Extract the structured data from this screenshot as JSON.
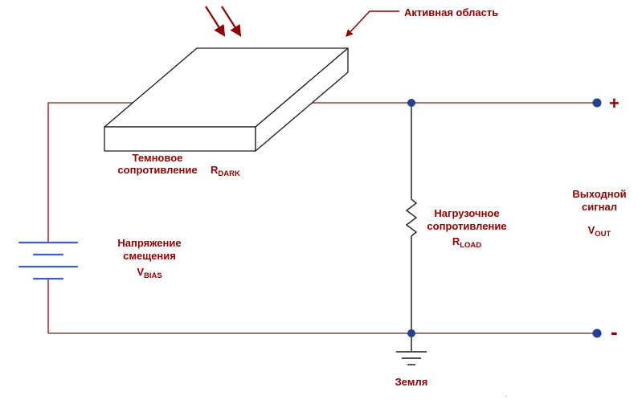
{
  "labels": {
    "active_region": "Активная область",
    "dark_line1": "Темновое",
    "dark_line2": "сопротивление",
    "dark_sym": "R",
    "dark_sub": "DARK",
    "bias_line1": "Напряжение",
    "bias_line2": "смещения",
    "bias_sym": "V",
    "bias_sub": "BIAS",
    "load_line1": "Нагрузочное",
    "load_line2": "сопротивление",
    "load_sym": "R",
    "load_sub": "LOAD",
    "out_line1": "Выходной",
    "out_line2": "сигнал",
    "out_sym": "V",
    "out_sub": "OUT",
    "ground": "Земля",
    "plus": "+",
    "minus": "-",
    "stray_dot": "."
  },
  "colors": {
    "wire": "#9c3a3a",
    "text": "#8b0000",
    "junction": "#24408e",
    "battery": "#3f5fc0",
    "component": "#1a1a1a"
  }
}
